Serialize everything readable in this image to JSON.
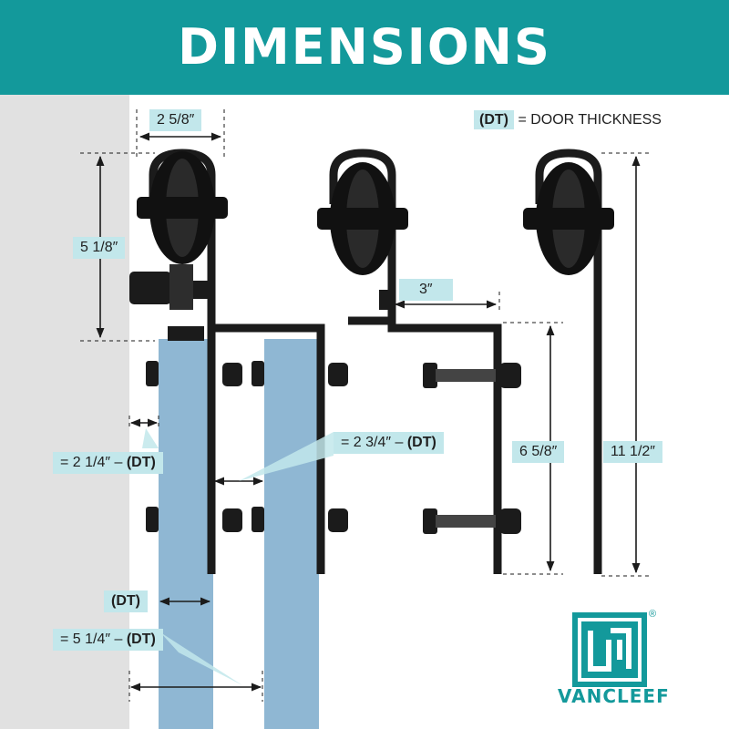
{
  "title": "DIMENSIONS",
  "legend": {
    "dt": "(DT)",
    "text": "= DOOR THICKNESS"
  },
  "labels": {
    "top_width": "2 5/8″",
    "wheel_height": "5 1/8″",
    "left_gap_prefix": "= 2 1/4″ – ",
    "left_gap_dt": "(DT)",
    "middle_gap_prefix": "= 2 3/4″ – ",
    "middle_gap_dt": "(DT)",
    "dt_short": "(DT)",
    "bottom_gap_prefix": "= 5 1/4″ – ",
    "bottom_gap_dt": "(DT)",
    "offset_3": "3″",
    "hole_spacing": "6 5/8″",
    "total_height": "11 1/2″"
  },
  "brand": {
    "name": "VANCLEEF",
    "registered": "®"
  },
  "colors": {
    "banner": "#13999b",
    "label_bg": "#c2e7eb",
    "door": "#8fb7d3",
    "hardware": "#1b1b1b",
    "wall": "#e1e1e1"
  },
  "icons": [
    "wheel-icon",
    "bolt-icon",
    "brand-logo-icon"
  ]
}
